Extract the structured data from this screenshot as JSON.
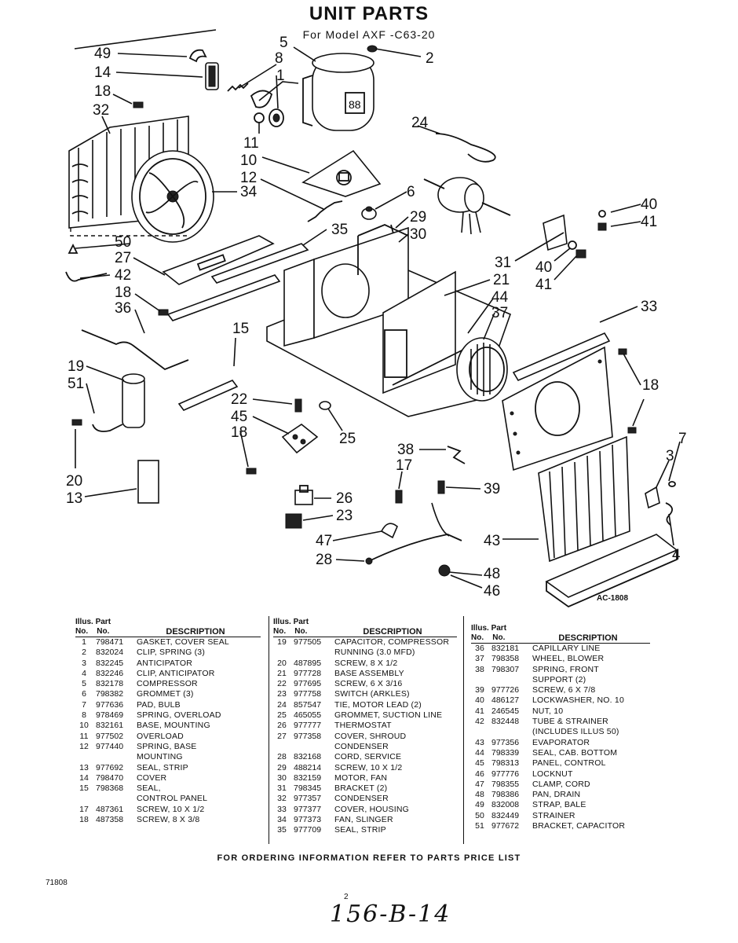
{
  "header": {
    "title": "UNIT PARTS",
    "subtitle": "For Model AXF -C63-20"
  },
  "diagram": {
    "drawing_code": "AC-1808",
    "callouts": [
      "49",
      "14",
      "18",
      "32",
      "5",
      "8",
      "1",
      "2",
      "11",
      "10",
      "12",
      "24",
      "34",
      "6",
      "29",
      "30",
      "40",
      "41",
      "35",
      "50",
      "27",
      "42",
      "18",
      "36",
      "31",
      "40",
      "41",
      "21",
      "44",
      "37",
      "33",
      "15",
      "19",
      "51",
      "22",
      "45",
      "18",
      "25",
      "18",
      "20",
      "13",
      "38",
      "17",
      "7",
      "3",
      "39",
      "26",
      "23",
      "47",
      "28",
      "43",
      "4",
      "48",
      "46"
    ]
  },
  "tables": [
    {
      "header": {
        "illus": "Illus.",
        "no1": "No.",
        "part": "Part",
        "no2": "No.",
        "description": "DESCRIPTION"
      },
      "rows": [
        {
          "illus": "1",
          "part": "798471",
          "desc": "GASKET, COVER SEAL"
        },
        {
          "illus": "2",
          "part": "832024",
          "desc": "CLIP, SPRING (3)"
        },
        {
          "illus": "3",
          "part": "832245",
          "desc": "ANTICIPATOR"
        },
        {
          "illus": "4",
          "part": "832246",
          "desc": "CLIP, ANTICIPATOR"
        },
        {
          "illus": "5",
          "part": "832178",
          "desc": "COMPRESSOR"
        },
        {
          "illus": "6",
          "part": "798382",
          "desc": "GROMMET (3)"
        },
        {
          "illus": "7",
          "part": "977636",
          "desc": "PAD, BULB"
        },
        {
          "illus": "8",
          "part": "978469",
          "desc": "SPRING, OVERLOAD"
        },
        {
          "illus": "10",
          "part": "832161",
          "desc": "BASE, MOUNTING"
        },
        {
          "illus": "11",
          "part": "977502",
          "desc": "OVERLOAD"
        },
        {
          "illus": "12",
          "part": "977440",
          "desc": "SPRING, BASE"
        },
        {
          "illus": "",
          "part": "",
          "desc": "MOUNTING"
        },
        {
          "illus": "13",
          "part": "977692",
          "desc": "SEAL, STRIP"
        },
        {
          "illus": "14",
          "part": "798470",
          "desc": "COVER"
        },
        {
          "illus": "15",
          "part": "798368",
          "desc": "SEAL,"
        },
        {
          "illus": "",
          "part": "",
          "desc": "CONTROL PANEL"
        },
        {
          "illus": "17",
          "part": "487361",
          "desc": "SCREW, 10 x 1/2"
        },
        {
          "illus": "18",
          "part": "487358",
          "desc": "SCREW, 8 x 3/8"
        }
      ]
    },
    {
      "header": {
        "illus": "Illus.",
        "no1": "No.",
        "part": "Part",
        "no2": "No.",
        "description": "DESCRIPTION"
      },
      "rows": [
        {
          "illus": "19",
          "part": "977505",
          "desc": "CAPACITOR, COMPRESSOR"
        },
        {
          "illus": "",
          "part": "",
          "desc": "RUNNING (3.0 MFD)"
        },
        {
          "illus": "20",
          "part": "487895",
          "desc": "SCREW, 8 x 1/2"
        },
        {
          "illus": "21",
          "part": "977728",
          "desc": "BASE ASSEMBLY"
        },
        {
          "illus": "22",
          "part": "977695",
          "desc": "SCREW, 6 x 3/16"
        },
        {
          "illus": "23",
          "part": "977758",
          "desc": "SWITCH (ARKLES)"
        },
        {
          "illus": "24",
          "part": "857547",
          "desc": "TIE, MOTOR LEAD (2)"
        },
        {
          "illus": "25",
          "part": "465055",
          "desc": "GROMMET, SUCTION LINE"
        },
        {
          "illus": "26",
          "part": "977777",
          "desc": "THERMOSTAT"
        },
        {
          "illus": "27",
          "part": "977358",
          "desc": "COVER, SHROUD"
        },
        {
          "illus": "",
          "part": "",
          "desc": "CONDENSER"
        },
        {
          "illus": "28",
          "part": "832168",
          "desc": "CORD, SERVICE"
        },
        {
          "illus": "29",
          "part": "488214",
          "desc": "SCREW, 10 x 1/2"
        },
        {
          "illus": "30",
          "part": "832159",
          "desc": "MOTOR, FAN"
        },
        {
          "illus": "31",
          "part": "798345",
          "desc": "BRACKET (2)"
        },
        {
          "illus": "32",
          "part": "977357",
          "desc": "CONDENSER"
        },
        {
          "illus": "33",
          "part": "977377",
          "desc": "COVER, HOUSING"
        },
        {
          "illus": "34",
          "part": "977373",
          "desc": "FAN, SLINGER"
        },
        {
          "illus": "35",
          "part": "977709",
          "desc": "SEAL, STRIP"
        }
      ]
    },
    {
      "header": {
        "illus": "Illus.",
        "no1": "No.",
        "part": "Part",
        "no2": "No.",
        "description": "DESCRIPTION"
      },
      "rows": [
        {
          "illus": "36",
          "part": "832181",
          "desc": "CAPILLARY LINE"
        },
        {
          "illus": "37",
          "part": "798358",
          "desc": "WHEEL, BLOWER"
        },
        {
          "illus": "38",
          "part": "798307",
          "desc": "SPRING, FRONT"
        },
        {
          "illus": "",
          "part": "",
          "desc": "SUPPORT (2)"
        },
        {
          "illus": "39",
          "part": "977726",
          "desc": "SCREW, 6 x 7/8"
        },
        {
          "illus": "40",
          "part": "486127",
          "desc": "LOCKWASHER, NO. 10"
        },
        {
          "illus": "41",
          "part": "246545",
          "desc": "NUT, 10"
        },
        {
          "illus": "42",
          "part": "832448",
          "desc": "TUBE & STRAINER"
        },
        {
          "illus": "",
          "part": "",
          "desc": "(INCLUDES ILLUS 50)"
        },
        {
          "illus": "43",
          "part": "977356",
          "desc": "EVAPORATOR"
        },
        {
          "illus": "44",
          "part": "798339",
          "desc": "SEAL, CAB. BOTTOM"
        },
        {
          "illus": "45",
          "part": "798313",
          "desc": "PANEL, CONTROL"
        },
        {
          "illus": "46",
          "part": "977776",
          "desc": "LOCKNUT"
        },
        {
          "illus": "47",
          "part": "798355",
          "desc": "CLAMP, CORD"
        },
        {
          "illus": "48",
          "part": "798386",
          "desc": "PAN, DRAIN"
        },
        {
          "illus": "49",
          "part": "832008",
          "desc": "STRAP, BALE"
        },
        {
          "illus": "50",
          "part": "832449",
          "desc": "STRAINER"
        },
        {
          "illus": "51",
          "part": "977672",
          "desc": "BRACKET, CAPACITOR"
        }
      ]
    }
  ],
  "footer": {
    "ordering_note": "FOR ORDERING INFORMATION REFER TO PARTS PRICE LIST",
    "code": "71808",
    "page_number": "2",
    "handwritten": "156-B-14"
  }
}
